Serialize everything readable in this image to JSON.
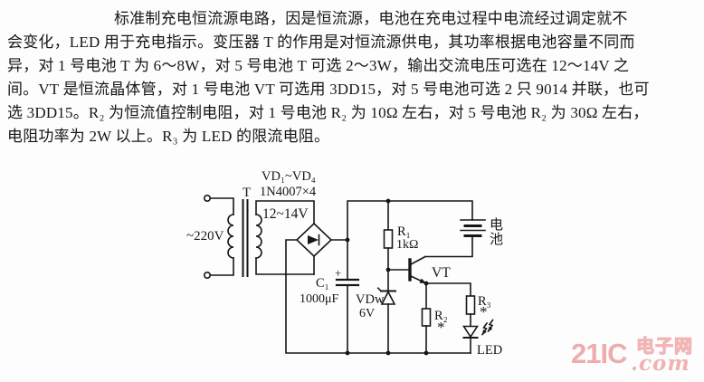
{
  "page": {
    "background": "#fdfdfd",
    "ink_color": "#161616"
  },
  "description": {
    "lines": [
      "标准制充电恒流源电路，因是恒流源，电池在充电过程中电流经过调定就不",
      "会变化，LED 用于充电指示。变压器 T 的作用是对恒流源供电，其功率根据电池容量不同而",
      "异，对 1 号电池 T 为 6～8W，对 5 号电池 T 可选 2～3W，输出交流电压可选在 12～14V 之",
      "间。VT 是恒流晶体管，对 1 号电池 VT 可选用 3DD15，对 5 号电池可选 2 只 9014 并联，也可",
      "选 3DD15。R₂ 为恒流值控制电阻，对 1 号电池 R₂ 为 10Ω 左右，对 5 号电池 R₂ 为 30Ω 左右，",
      "电阻功率为 2W 以上。R₃ 为 LED 的限流电阻。"
    ]
  },
  "circuit": {
    "labels": {
      "transformer": "T",
      "diodes_name": "VD₁~VD₄",
      "diodes_type": "1N4007×4",
      "secondary_voltage": "12~14V",
      "mains_voltage": "~220V",
      "capacitor_name": "C₁",
      "capacitor_value": "1000μF",
      "capacitor_polarity": "+",
      "r1_name": "R₁",
      "r1_value": "1kΩ",
      "zener_name": "VDw",
      "zener_value": "6V",
      "transistor_name": "VT",
      "battery_char_top": "电",
      "battery_char_bottom": "池",
      "r2_name": "R₂",
      "r2_note": "*",
      "r3_name": "R₃",
      "r3_note": "*",
      "led_name": "LED"
    }
  },
  "watermark": {
    "brand": "21IC",
    "site_name": "电子网",
    "domain_suffix": ".com",
    "color": "#eeacac"
  }
}
